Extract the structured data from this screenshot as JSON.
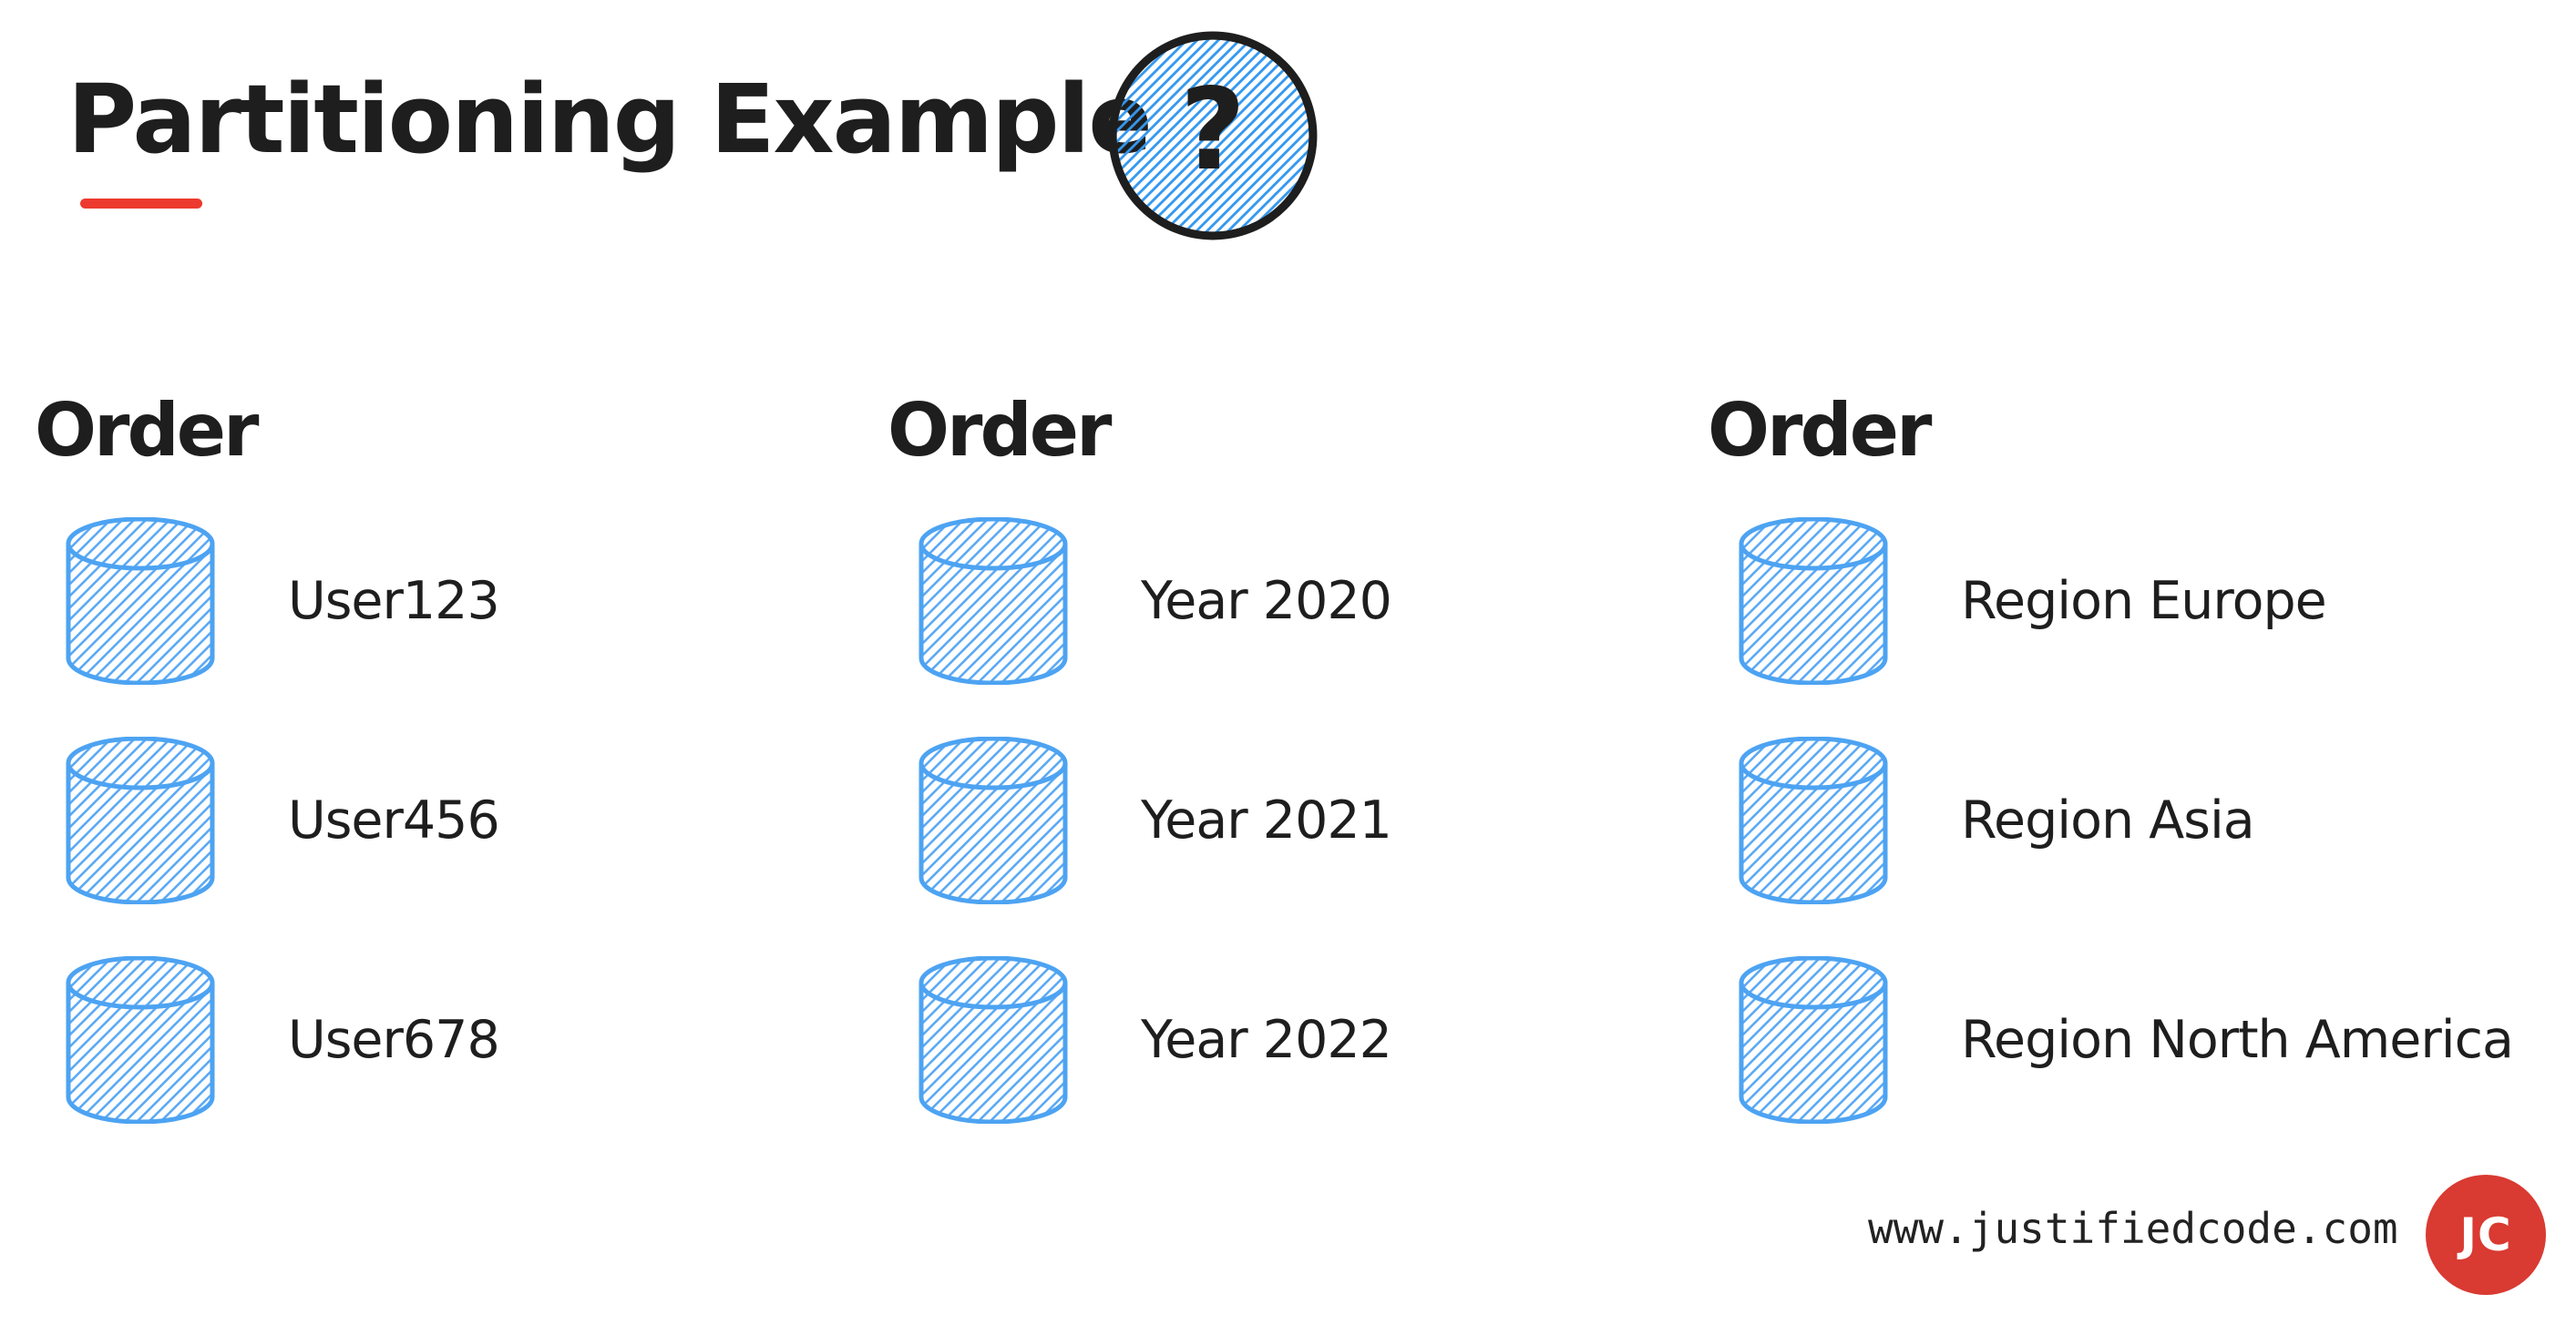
{
  "title": "Partitioning Example",
  "title_accent": "underline",
  "question_badge": "?",
  "columns": [
    {
      "table": "Order",
      "partitions": [
        "User123",
        "User456",
        "User678"
      ]
    },
    {
      "table": "Order",
      "partitions": [
        "Year 2020",
        "Year 2021",
        "Year 2022"
      ]
    },
    {
      "table": "Order",
      "partitions": [
        "Region Europe",
        "Region Asia",
        "Region North America"
      ]
    }
  ],
  "footer": {
    "website": "www.justifiedcode.com",
    "logo_text": "JC"
  },
  "colors": {
    "ink": "#1e1e1e",
    "cylinder_blue": "#4da3f2",
    "hatch_blue": "#5caaf4",
    "circle_hatch_blue": "#3498ef",
    "accent_red": "#ed3a2e",
    "logo_red": "#d93a32",
    "background": "#ffffff"
  }
}
